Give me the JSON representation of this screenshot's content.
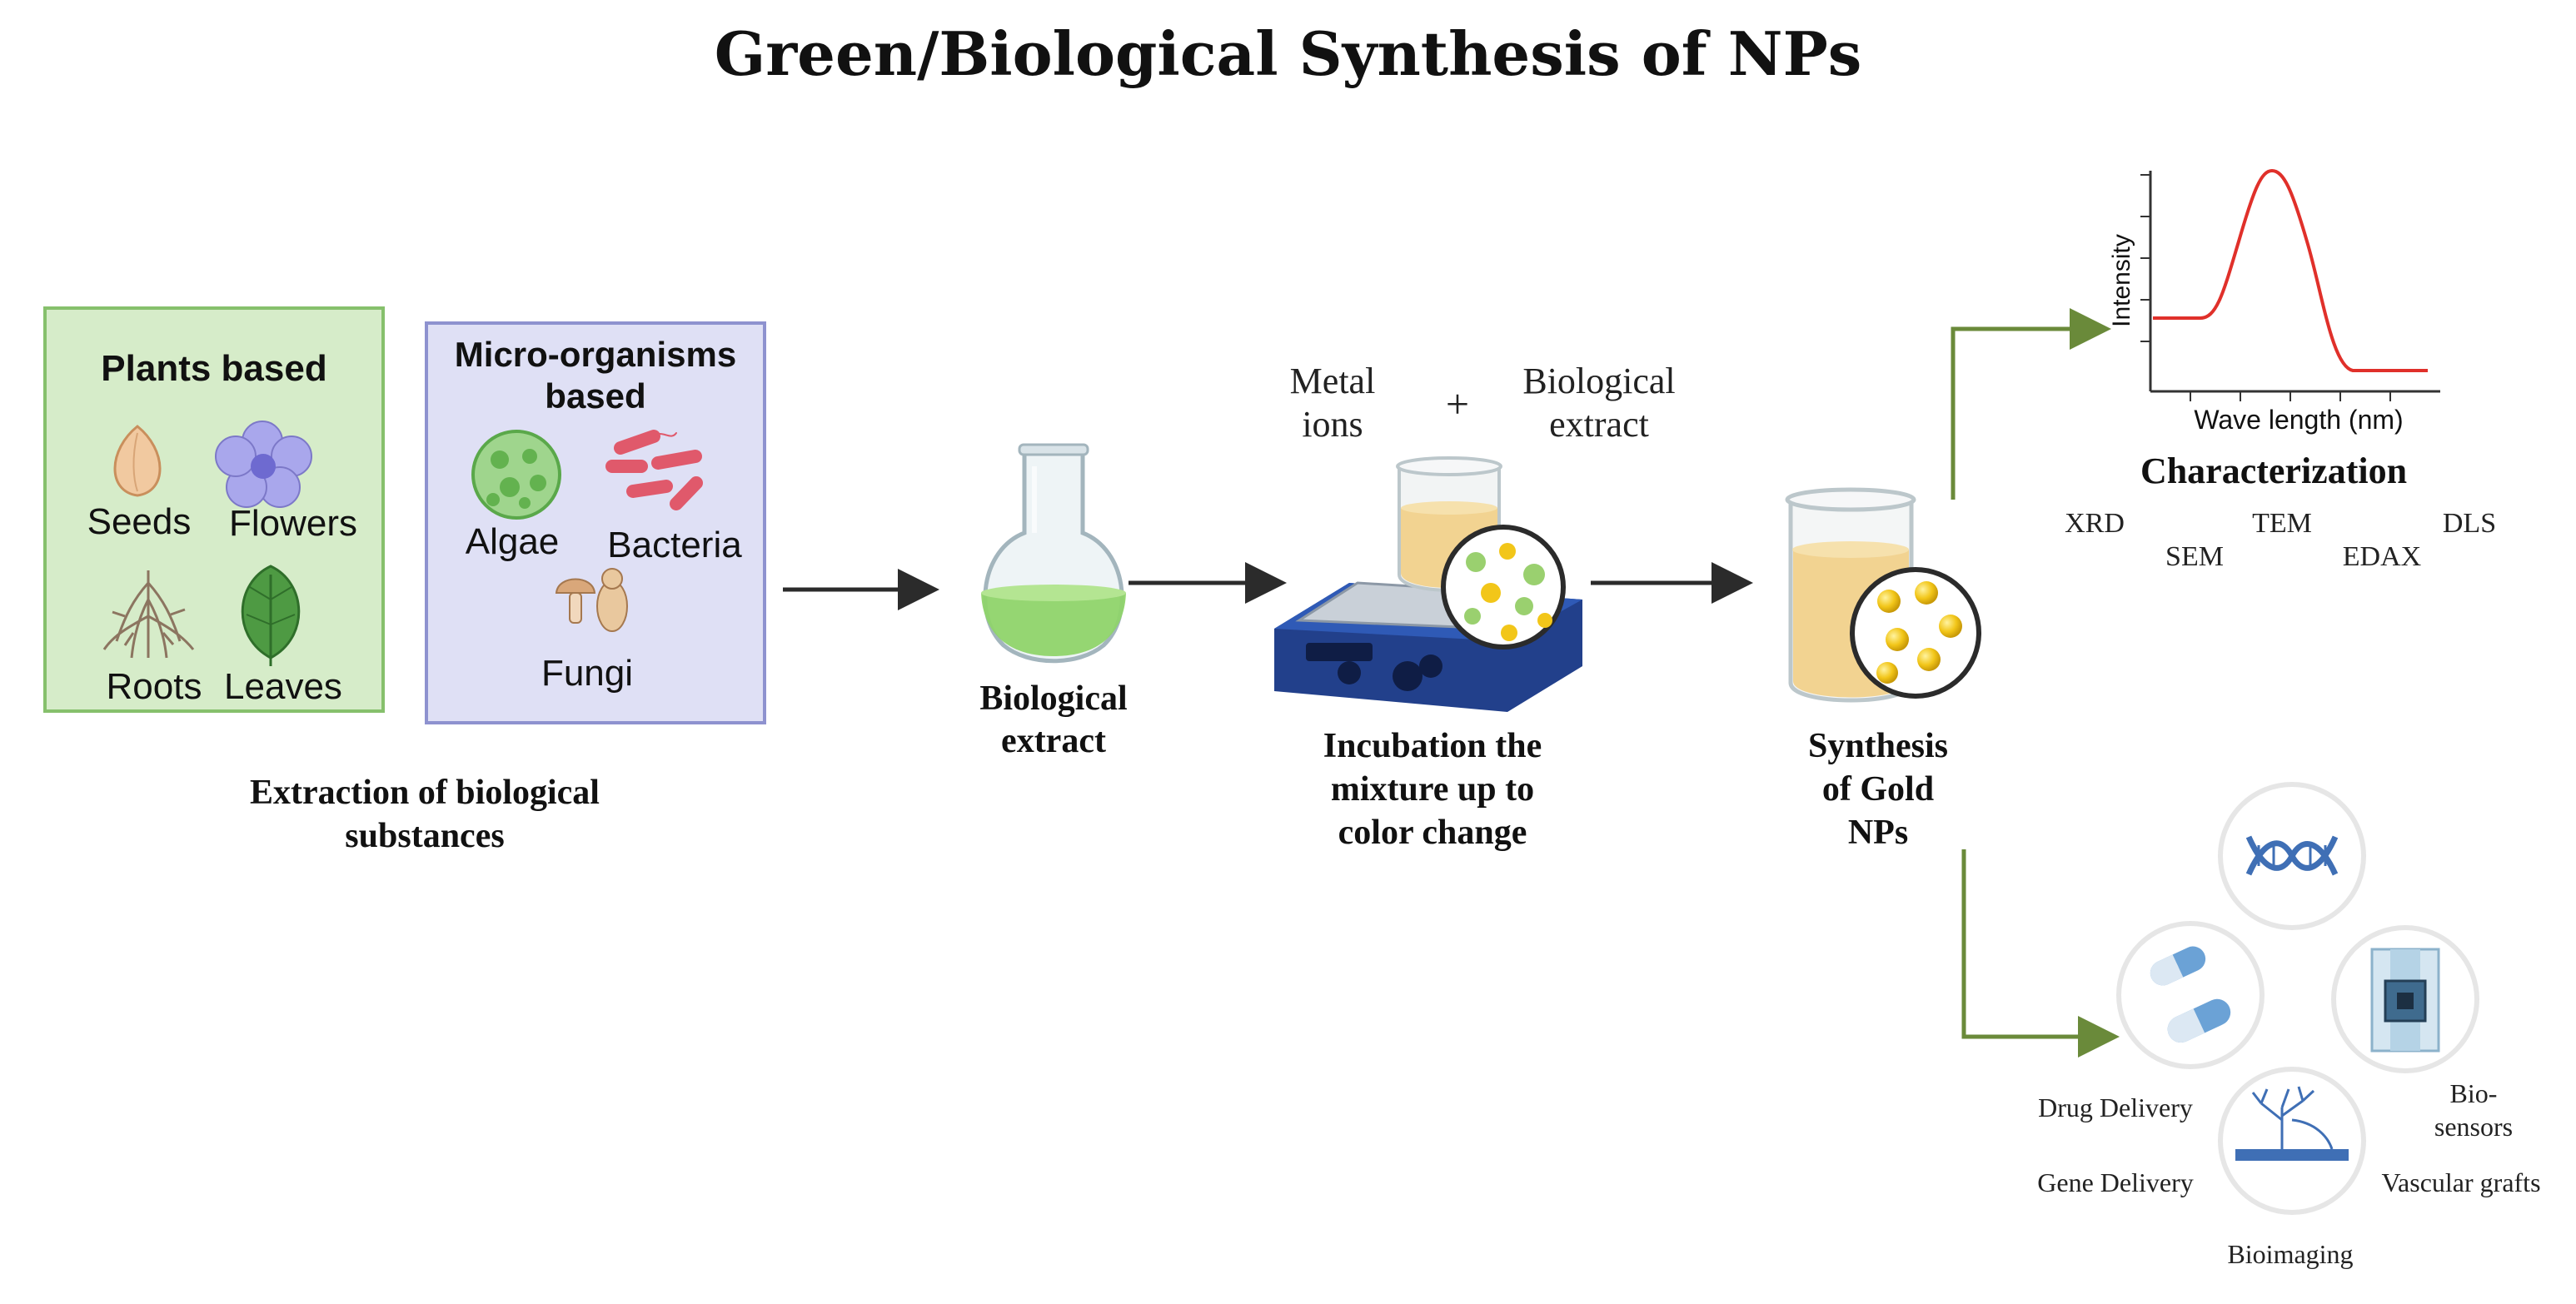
{
  "title": "Green/Biological Synthesis of NPs",
  "extraction": {
    "plants": {
      "heading": "Plants based",
      "items": [
        "Seeds",
        "Flowers",
        "Roots",
        "Leaves"
      ]
    },
    "micro": {
      "heading_line1": "Micro-organisms",
      "heading_line2": "based",
      "items": [
        "Algae",
        "Bacteria",
        "Fungi"
      ]
    },
    "caption_line1": "Extraction of biological",
    "caption_line2": "substances"
  },
  "step_extract": {
    "line1": "Biological",
    "line2": "extract"
  },
  "step_incubation": {
    "metal_line1": "Metal",
    "metal_line2": "ions",
    "plus": "+",
    "extract_line1": "Biological",
    "extract_line2": "extract",
    "caption_line1": "Incubation the",
    "caption_line2": "mixture up to",
    "caption_line3": "color change"
  },
  "step_synthesis": {
    "line1": "Synthesis",
    "line2": "of Gold",
    "line3": "NPs"
  },
  "characterization": {
    "ylabel": "Intensity",
    "xlabel": "Wave length (nm)",
    "heading": "Characterization",
    "methods": [
      "XRD",
      "SEM",
      "TEM",
      "EDAX",
      "DLS"
    ]
  },
  "applications": {
    "items": [
      "Drug Delivery",
      "Gene Delivery",
      "Bioimaging",
      "Vascular grafts",
      "Bio-",
      "sensors"
    ]
  },
  "colors": {
    "arrow_dark": "#2b2b2b",
    "arrow_green": "#6a8a3a",
    "plants_bg": "#d6ecc9",
    "micro_bg": "#dfe0f5",
    "curve": "#e0302a",
    "extract_green": "#8fd46a",
    "gold": "#f2c619"
  },
  "icons": [
    "seed-icon",
    "flower-icon",
    "roots-icon",
    "leaf-icon",
    "algae-icon",
    "bacteria-icon",
    "fungi-icon",
    "flask-icon",
    "hotplate-icon",
    "beaker-icon",
    "dna-icon",
    "pill-icon",
    "biosensor-chip-icon",
    "bioimaging-icon"
  ]
}
